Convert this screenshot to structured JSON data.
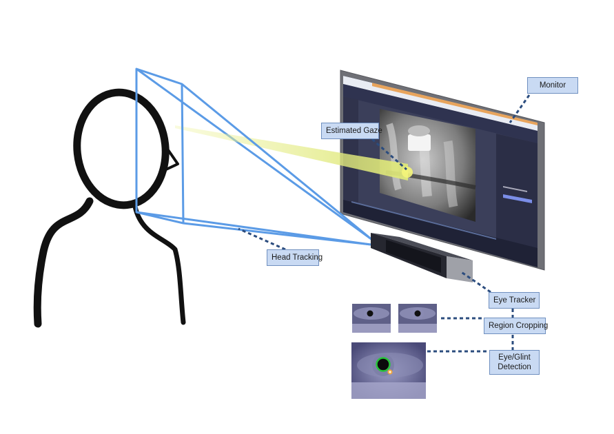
{
  "labels": {
    "monitor": "Monitor",
    "estimated_gaze": "Estimated Gaze",
    "head_tracking": "Head Tracking",
    "eye_tracker": "Eye Tracker",
    "region_cropping": "Region Cropping",
    "eye_glint_line1": "Eye/Glint",
    "eye_glint_line2": "Detection"
  },
  "colors": {
    "label_fill": "#c9daf3",
    "frustum": "#5b9be6",
    "gaze_beam": "#e1ea8a",
    "connector": "#2b4c7e",
    "pupil_ring": "#27c43a",
    "glint": "#f0a640"
  },
  "icons": {
    "person": "person-silhouette-icon",
    "monitor": "monitor-icon",
    "tracker": "eye-tracker-device-icon"
  }
}
